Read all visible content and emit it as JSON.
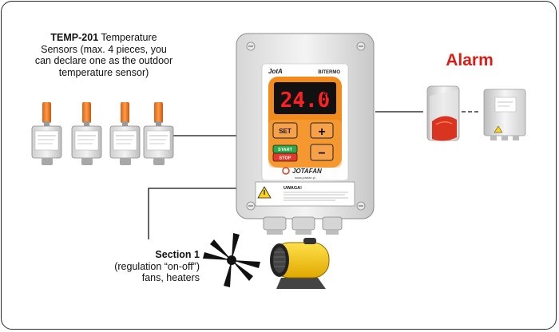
{
  "sensors": {
    "model": "TEMP-201",
    "caption": "Temperature Sensors (max. 4 pieces, you can declare one as the outdoor temperature sensor)",
    "count": 4
  },
  "controller": {
    "brand_logo": "JotA",
    "model_label": "BITERMO",
    "display_value": "24.0",
    "display_unit": "°C",
    "buttons": {
      "set": "SET",
      "plus": "+",
      "minus": "−",
      "start": "START",
      "stop": "STOP"
    },
    "company": "JOTAFAN",
    "website": "www.jotafan.pl",
    "warning_title": "UWAGA!"
  },
  "alarm": {
    "title": "Alarm"
  },
  "section": {
    "title": "Section 1",
    "line2": "(regulation “on-off”)",
    "line3": "fans, heaters"
  },
  "colors": {
    "alarm_red": "#d91e18",
    "panel_orange": "#f28a1c",
    "display_red": "#ff2020",
    "sensor_cap": "#f07a22"
  }
}
